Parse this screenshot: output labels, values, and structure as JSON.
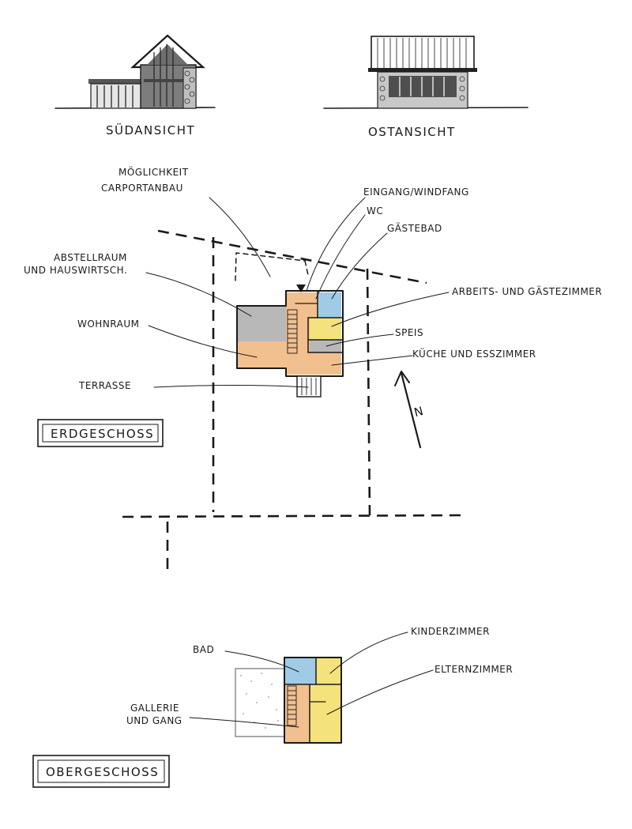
{
  "views": {
    "south_label": "SÜDANSICHT",
    "east_label": "OSTANSICHT"
  },
  "ground_floor": {
    "title": "ERDGESCHOSS",
    "labels": {
      "carport": [
        "MÖGLICHKEIT",
        "CARPORTANBAU"
      ],
      "entrance": "EINGANG/WINDFANG",
      "wc": "WC",
      "guest_bath": "GÄSTEBAD",
      "storage": [
        "ABSTELLRAUM",
        "UND HAUSWIRTSCH."
      ],
      "office": "ARBEITS- UND GÄSTEZIMMER",
      "living": "WOHNRAUM",
      "pantry": "SPEIS",
      "kitchen": "KÜCHE UND ESSZIMMER",
      "terrace": "TERRASSE",
      "north": "N"
    }
  },
  "upper_floor": {
    "title": "OBERGESCHOSS",
    "labels": {
      "bath": "BAD",
      "kids": "KINDERZIMMER",
      "parents": "ELTERNZIMMER",
      "gallery": [
        "GALLERIE",
        "UND GANG"
      ]
    }
  },
  "colors": {
    "orange": "#f2c08e",
    "yellow": "#f4e27c",
    "blue": "#9fcbe6",
    "grey": "#b8b8b8",
    "ink": "#1a1a1a"
  }
}
